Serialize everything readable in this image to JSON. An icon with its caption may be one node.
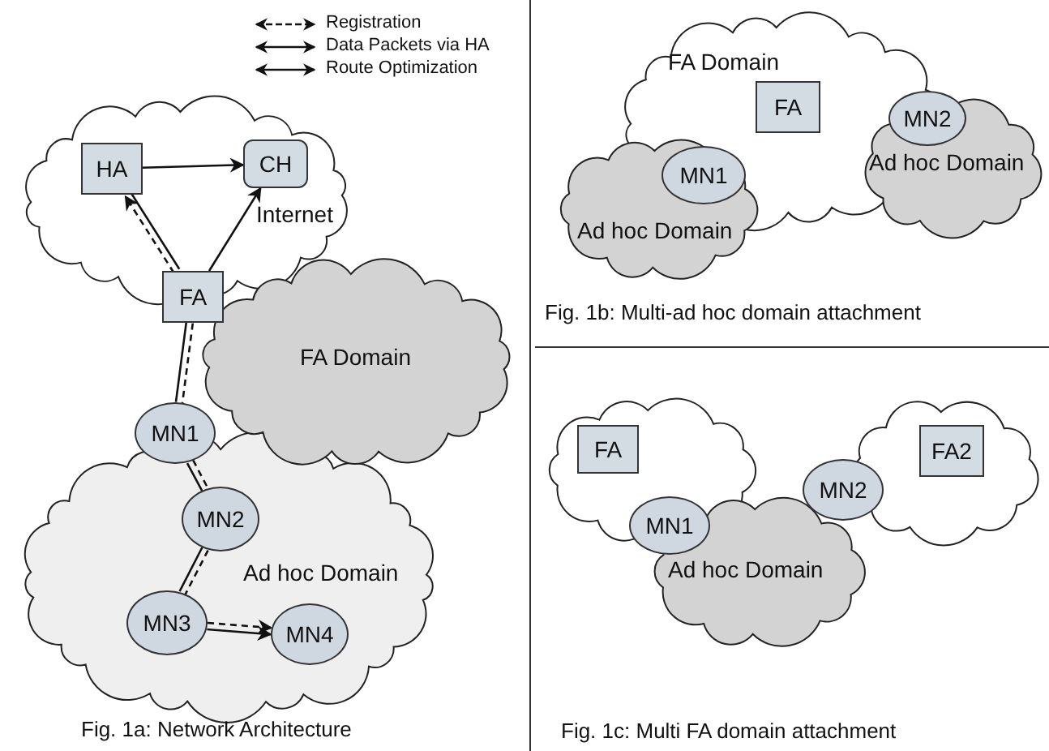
{
  "diagram": {
    "nodes": [
      {
        "text": [
          "Internet"
        ]
      },
      {
        "text": [
          "HA"
        ],
        "in": 0
      },
      {
        "text": [
          "CH"
        ],
        "in": 0
      },
      {
        "text": [
          "FA Domain"
        ]
      },
      {
        "text": [
          "FA"
        ]
      },
      {
        "text": [
          "MN1"
        ]
      },
      {
        "text": [
          "Ad hoc Domain"
        ]
      },
      {
        "text": [
          "MN2"
        ],
        "in": 6
      },
      {
        "text": [
          "MN3"
        ],
        "in": 6
      },
      {
        "text": [
          "MN4"
        ],
        "in": 6
      },
      {
        "text": [
          "FA Domain"
        ]
      },
      {
        "text": [
          "FA"
        ],
        "in": 10
      },
      {
        "text": [
          "MN2"
        ]
      },
      {
        "text": [
          "Ad hoc Domain"
        ]
      },
      {
        "text": [
          "Ad hoc Domain"
        ]
      },
      {
        "text": [
          "MN1"
        ]
      },
      {
        "text": [],
        "shape": "cloud"
      },
      {
        "text": [
          "FA"
        ],
        "in": 16
      },
      {
        "text": [
          "MN1"
        ]
      },
      {
        "text": [
          "Ad hoc Domain"
        ]
      },
      {
        "text": [
          "MN2"
        ]
      },
      {
        "text": [],
        "shape": "cloud"
      },
      {
        "text": [
          "FA2"
        ],
        "in": 21
      }
    ],
    "edges": [
      {
        "from": 1,
        "to": 2,
        "arrow": "to"
      },
      {
        "from": 4,
        "to": 1,
        "arrow": "to",
        "style": "dashed"
      },
      {
        "from": 4,
        "to": 1,
        "arrow": "none"
      },
      {
        "from": 4,
        "to": 2,
        "arrow": "to"
      },
      {
        "from": 4,
        "to": 5,
        "arrow": "none",
        "style": "dashed"
      },
      {
        "from": 4,
        "to": 5,
        "arrow": "none"
      },
      {
        "from": 5,
        "to": 7,
        "arrow": "none",
        "style": "dashed"
      },
      {
        "from": 5,
        "to": 7,
        "arrow": "none"
      },
      {
        "from": 7,
        "to": 8,
        "arrow": "none",
        "style": "dashed"
      },
      {
        "from": 7,
        "to": 8,
        "arrow": "none"
      },
      {
        "from": 8,
        "to": 9,
        "arrow": "to",
        "style": "dashed"
      },
      {
        "from": 8,
        "to": 9,
        "arrow": "to"
      }
    ],
    "labels": [
      "Fig. 1a: Network Architecture",
      "Fig. 1b: Multi-ad hoc domain attachment",
      "Fig. 1c: Multi FA domain attachment"
    ],
    "legend": [
      {
        "text": "Registration"
      },
      {
        "text": "Data Packets via HA"
      },
      {
        "text": "Route Optimization"
      }
    ]
  }
}
